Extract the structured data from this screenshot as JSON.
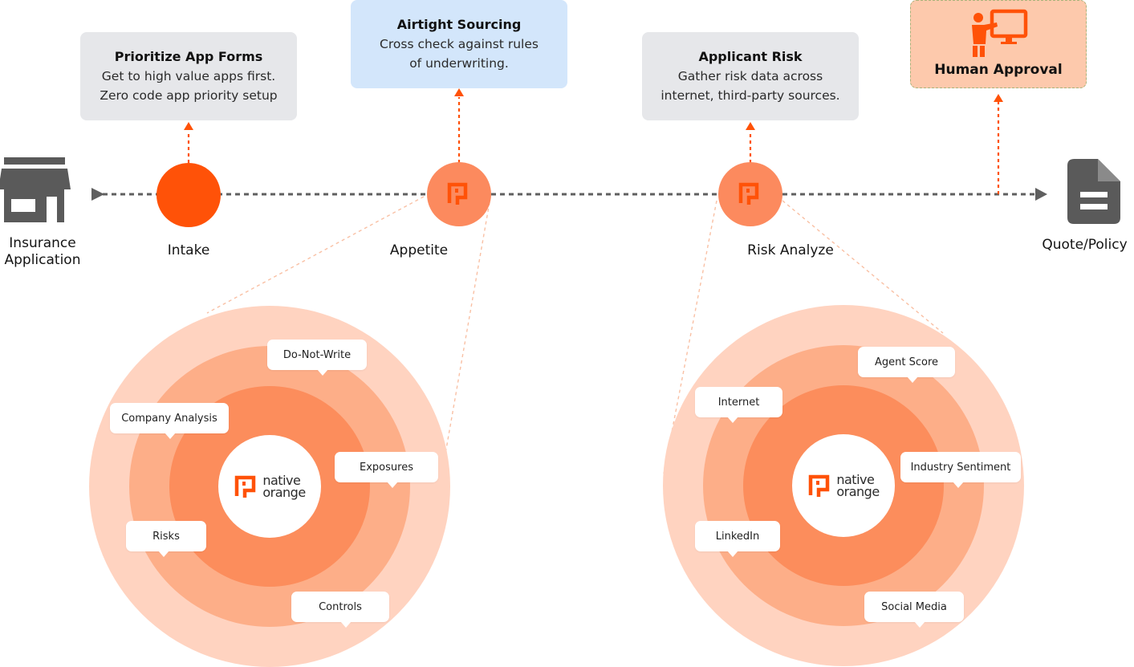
{
  "start": {
    "label": "Insurance Application"
  },
  "end": {
    "label": "Quote/Policy"
  },
  "stages": {
    "intake": "Intake",
    "appetite": "Appetite",
    "risk": "Risk Analyze"
  },
  "cards": {
    "prioritize": {
      "title": "Prioritize App Forms",
      "line1": "Get to high value apps first.",
      "line2": "Zero code app priority setup"
    },
    "sourcing": {
      "title": "Airtight Sourcing",
      "line1": "Cross check against rules",
      "line2": "of underwriting."
    },
    "applicant": {
      "title": "Applicant Risk",
      "line1": "Gather risk data across",
      "line2": "internet, third-party sources."
    },
    "approval": {
      "title": "Human Approval"
    }
  },
  "logo": {
    "line1": "native",
    "line2": "orange"
  },
  "appetite_tags": [
    "Do-Not-Write",
    "Company Analysis",
    "Exposures",
    "Risks",
    "Controls"
  ],
  "risk_tags": [
    "Agent Score",
    "Internet",
    "Industry Sentiment",
    "LinkedIn",
    "Social Media"
  ],
  "colors": {
    "accent": "#ff5208",
    "node": "#fc8a5e",
    "ring_outer": "#ffd3c0",
    "ring_mid": "#fdae88",
    "ring_inner": "#fc8d5c",
    "icon_grey": "#5a5a5a"
  }
}
